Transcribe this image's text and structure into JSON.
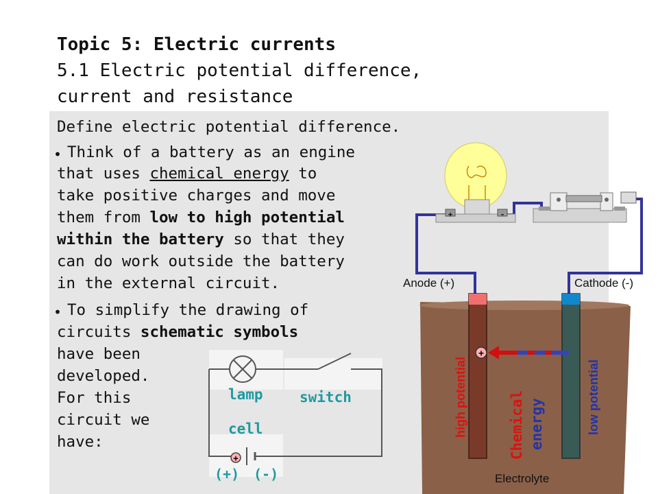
{
  "title": {
    "line1": "Topic 5: Electric currents",
    "line2": "5.1 Electric potential difference,",
    "line3": "current and resistance"
  },
  "objective": "Define electric potential difference.",
  "bullet_symbol": "•",
  "para1": {
    "l1": "Think of a battery as an engine",
    "l2_pre": "that uses ",
    "l2_u": "chemical energy",
    "l2_post": " to",
    "l3": "take positive charges and move",
    "l4_pre": "them from ",
    "l4_b": "low to high potential",
    "l5_b": "within the battery",
    "l5_post": " so that they",
    "l6": "can do work outside the battery",
    "l7": "in the external circuit."
  },
  "para2": {
    "l1": "To simplify the drawing of",
    "l2_pre": "circuits ",
    "l2_b": "schematic symbols",
    "l3": "have been",
    "l4": "developed.",
    "l5": "For this",
    "l6": "circuit we",
    "l7": "have:"
  },
  "schematic": {
    "lamp": "lamp",
    "switch": "switch",
    "cell": "cell",
    "plus_sign": "+",
    "pos": "(+)",
    "neg": "(-)"
  },
  "battery": {
    "anode": "Anode (+)",
    "cathode": "Cathode (-)",
    "high": "high potential",
    "low": "low potential",
    "chem1": "Chemical",
    "chem2": "energy",
    "electrolyte": "Electrolyte",
    "plus_sign": "+",
    "minus_sign": "-"
  },
  "colors": {
    "wire": "#33339a",
    "red_text": "#dd1111",
    "blue_text": "#2233aa",
    "bulb": "#ffff99",
    "electrolyte": "#8a6048",
    "pink": "#ffb0b0"
  }
}
